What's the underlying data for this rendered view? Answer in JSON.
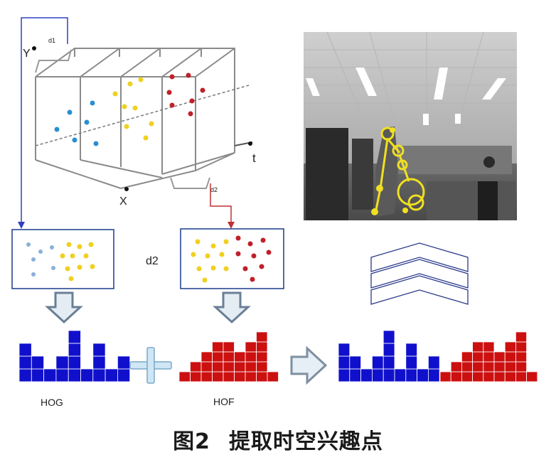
{
  "cube": {
    "axis_y": "Y",
    "axis_x": "X",
    "axis_t": "t",
    "slice_label_top": "d1",
    "slice_label_bottom": "d2"
  },
  "middle_label": "d2",
  "histograms": {
    "hog_label": "HOG",
    "hof_label": "HOF",
    "hog_values": [
      3,
      2,
      1,
      2,
      4,
      1,
      3,
      1,
      2
    ],
    "hof_values": [
      1,
      2,
      3,
      4,
      4,
      3,
      4,
      5,
      1
    ],
    "hog_color": "#1010cc",
    "hof_color": "#cc1010"
  },
  "operators": {
    "plus_icon": "plus-icon",
    "arrow_icon": "arrow-right-icon"
  },
  "colors": {
    "blue_points": "#2a8fd0",
    "yellow_points": "#f0d020",
    "red_points": "#c0202a",
    "connector_blue": "#3040c0",
    "connector_red": "#c03030"
  },
  "caption": {
    "figure_number": "图2",
    "title": "提取时空兴趣点"
  }
}
